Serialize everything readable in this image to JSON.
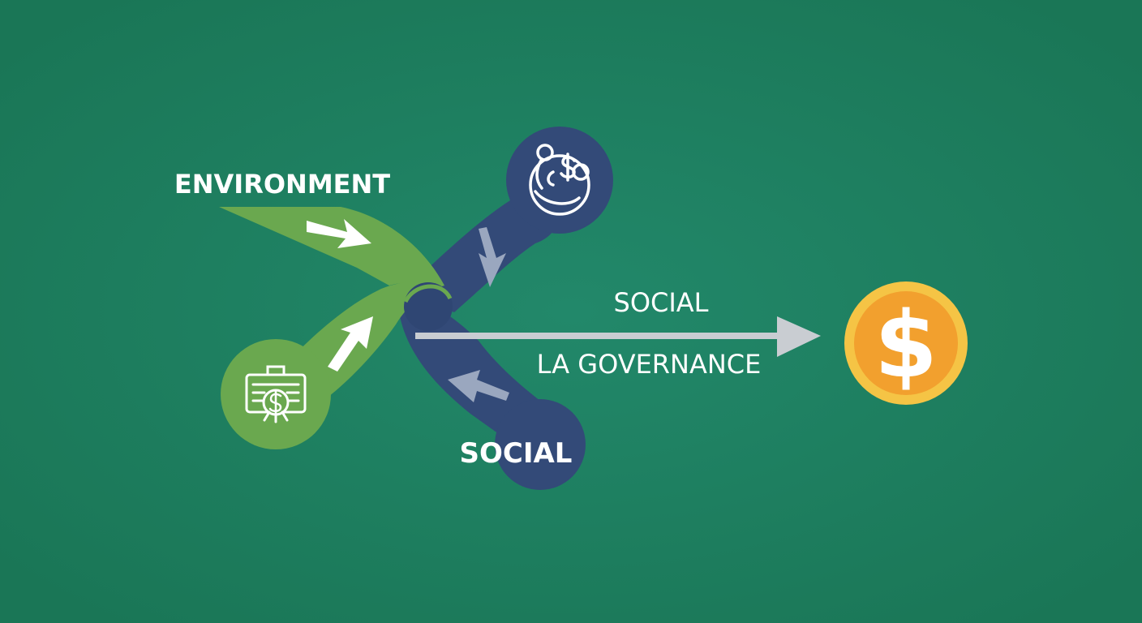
{
  "labels": {
    "environment": "ENVIRONMENT",
    "social_top": "SOCIAL",
    "governance": "LA GOVERNANCE",
    "social_bottom": "SOCIAL"
  },
  "icons": {
    "top_node": "head-with-dollar-icon",
    "bottom_left_node": "cash-register-dollar-icon",
    "output_node": "dollar-coin-icon",
    "output_symbol": "$"
  },
  "colors": {
    "background": "#1c7d5c",
    "environment_green": "#6aa84f",
    "social_navy": "#334a78",
    "coin_orange": "#f2a02e",
    "coin_rim": "#f5c445",
    "arrow_gray": "#c9cdd2",
    "text": "#ffffff"
  }
}
